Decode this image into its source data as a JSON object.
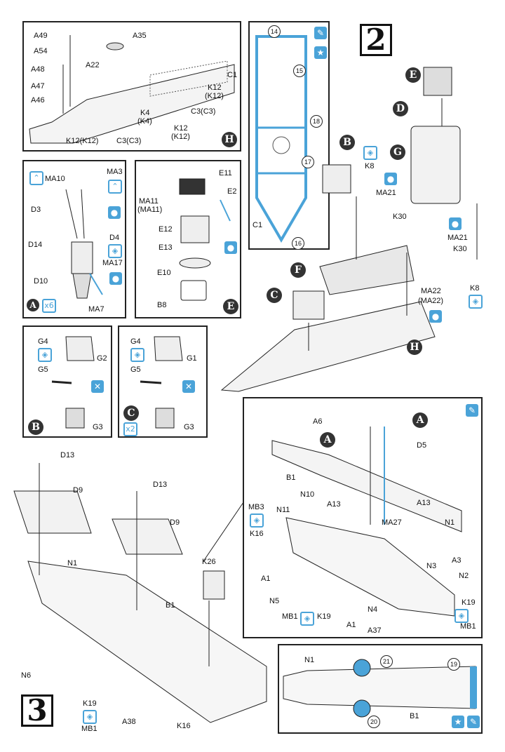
{
  "steps": {
    "step2": "2",
    "step3": "3"
  },
  "panel_H": {
    "parts": [
      "A49",
      "A35",
      "A54",
      "A48",
      "A22",
      "C1",
      "A47",
      "K12",
      "(K12)",
      "A46",
      "C3(C3)",
      "K4",
      "(K4)",
      "K12",
      "(K12)",
      "K12(K12)",
      "C3(C3)"
    ],
    "marker": "H"
  },
  "panel_deck_colors": {
    "numbers": [
      "14",
      "15",
      "18",
      "17",
      "16"
    ],
    "c1_label": "C1"
  },
  "panel_A": {
    "parts": [
      "MA10",
      "MA3",
      "D3",
      "D14",
      "D4",
      "MA17",
      "D10",
      "MA7"
    ],
    "marker": "A",
    "multiplier": "x6"
  },
  "panel_E": {
    "parts": [
      "E11",
      "MA11",
      "(MA11)",
      "E2",
      "E12",
      "E13",
      "E10",
      "B8"
    ],
    "marker": "E"
  },
  "panel_B": {
    "parts": [
      "G4",
      "G2",
      "G5",
      "G3"
    ],
    "marker": "B"
  },
  "panel_C": {
    "parts": [
      "G4",
      "G1",
      "G5",
      "G3"
    ],
    "marker": "C",
    "multiplier": "x2"
  },
  "step2_main": {
    "markers": [
      "E",
      "D",
      "G",
      "B",
      "F",
      "C",
      "H"
    ],
    "parts": [
      "K8",
      "MA21",
      "K30",
      "MA21",
      "K30",
      "MA22",
      "(MA22)",
      "K8"
    ]
  },
  "step3_main": {
    "parts": [
      "D13",
      "D9",
      "D13",
      "D9",
      "N1",
      "K26",
      "B1",
      "N6",
      "K19",
      "MB1",
      "A38",
      "K16"
    ]
  },
  "step3_detail": {
    "parts": [
      "A6",
      "D5",
      "B1",
      "N10",
      "A13",
      "A13",
      "MB3",
      "N11",
      "K16",
      "MA27",
      "N1",
      "N3",
      "A3",
      "A1",
      "N2",
      "N5",
      "MB1",
      "K19",
      "N4",
      "A1",
      "K19",
      "MB1",
      "A37"
    ],
    "markers": [
      "A",
      "A"
    ]
  },
  "step3_color": {
    "parts": [
      "N1",
      "B1"
    ],
    "numbers": [
      "21",
      "19",
      "20"
    ]
  },
  "icons": {
    "paint": "paint-drop-icon",
    "star": "star-icon",
    "glue": "glue-icon",
    "cut": "cut-icon",
    "hint": "hint-icon"
  },
  "colors": {
    "accent": "#4aa3d8",
    "line": "#222222"
  }
}
